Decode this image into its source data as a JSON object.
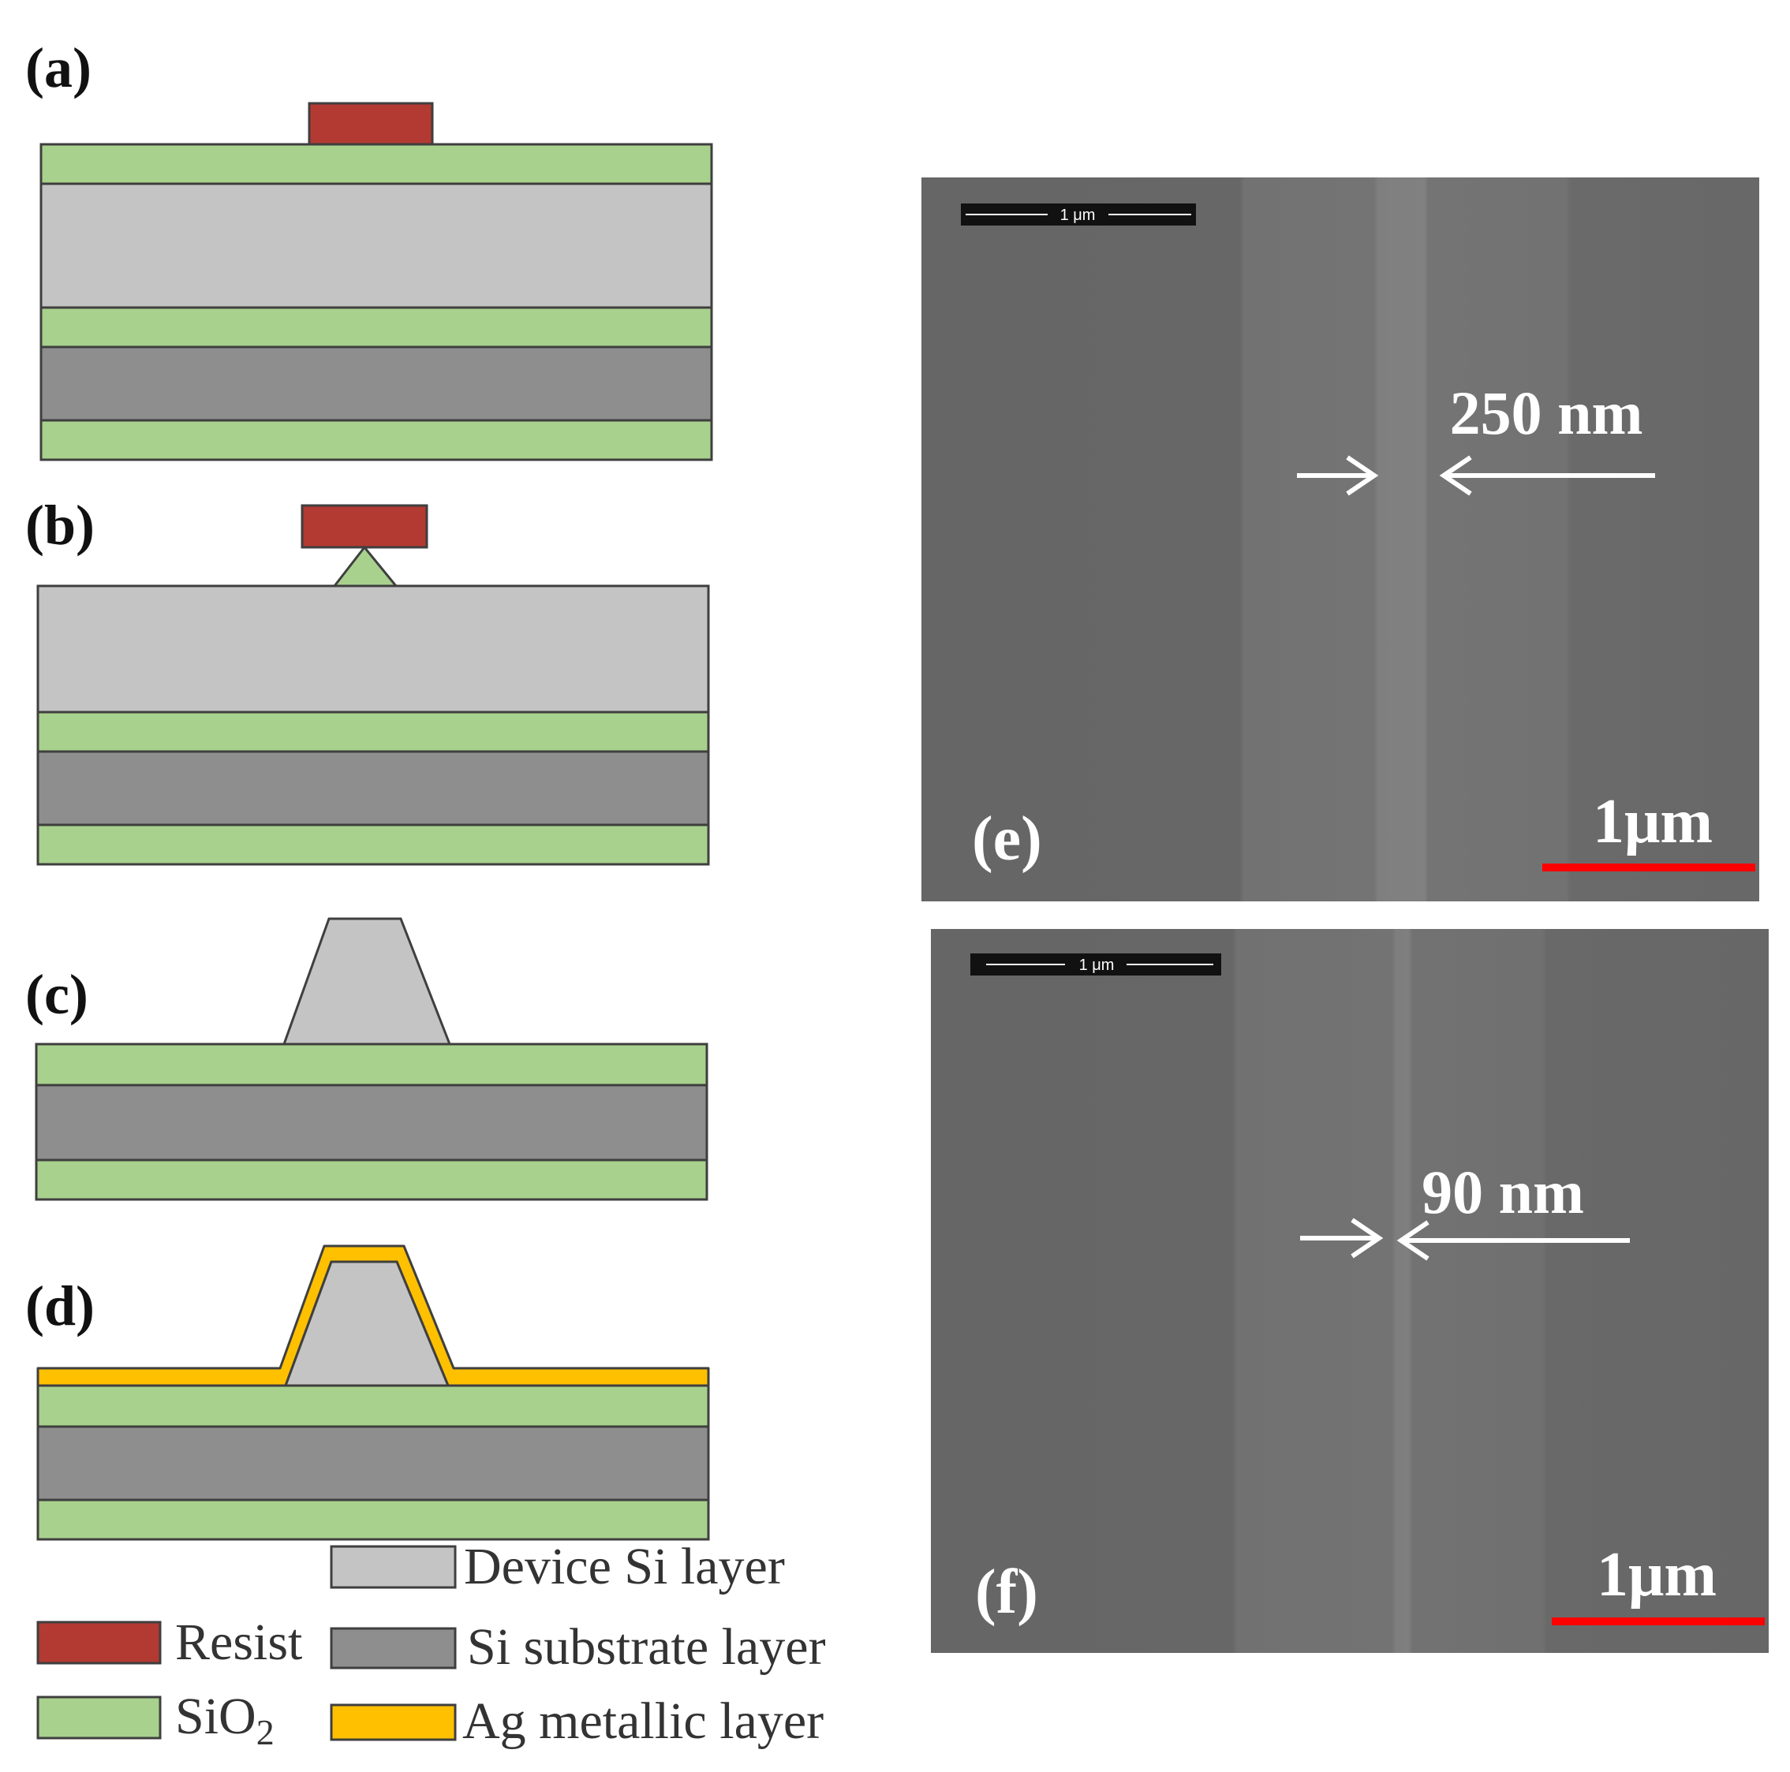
{
  "colors": {
    "resist": "#b23a32",
    "sio2": "#a9d18e",
    "device_si": "#c4c4c4",
    "si_substrate": "#8e8e8e",
    "ag_metal": "#ffc000",
    "outline": "#3f3f3f",
    "sem_background": "#6a6a6a",
    "scale_bar_red": "#ff0000"
  },
  "panels": {
    "a": {
      "label": "(a)"
    },
    "b": {
      "label": "(b)"
    },
    "c": {
      "label": "(c)"
    },
    "d": {
      "label": "(d)"
    },
    "e": {
      "label": "(e)",
      "width_annotation": "250 nm",
      "scale_bar": "1μm",
      "inset_scale_bar": "1 μm"
    },
    "f": {
      "label": "(f)",
      "width_annotation": "90 nm",
      "scale_bar": "1μm",
      "inset_scale_bar": "1 μm"
    }
  },
  "legend": {
    "resist": "Resist",
    "sio2_base": "SiO",
    "sio2_sub": "2",
    "device_si": "Device Si layer",
    "si_substrate": "Si substrate layer",
    "ag_metal": "Ag metallic layer"
  }
}
